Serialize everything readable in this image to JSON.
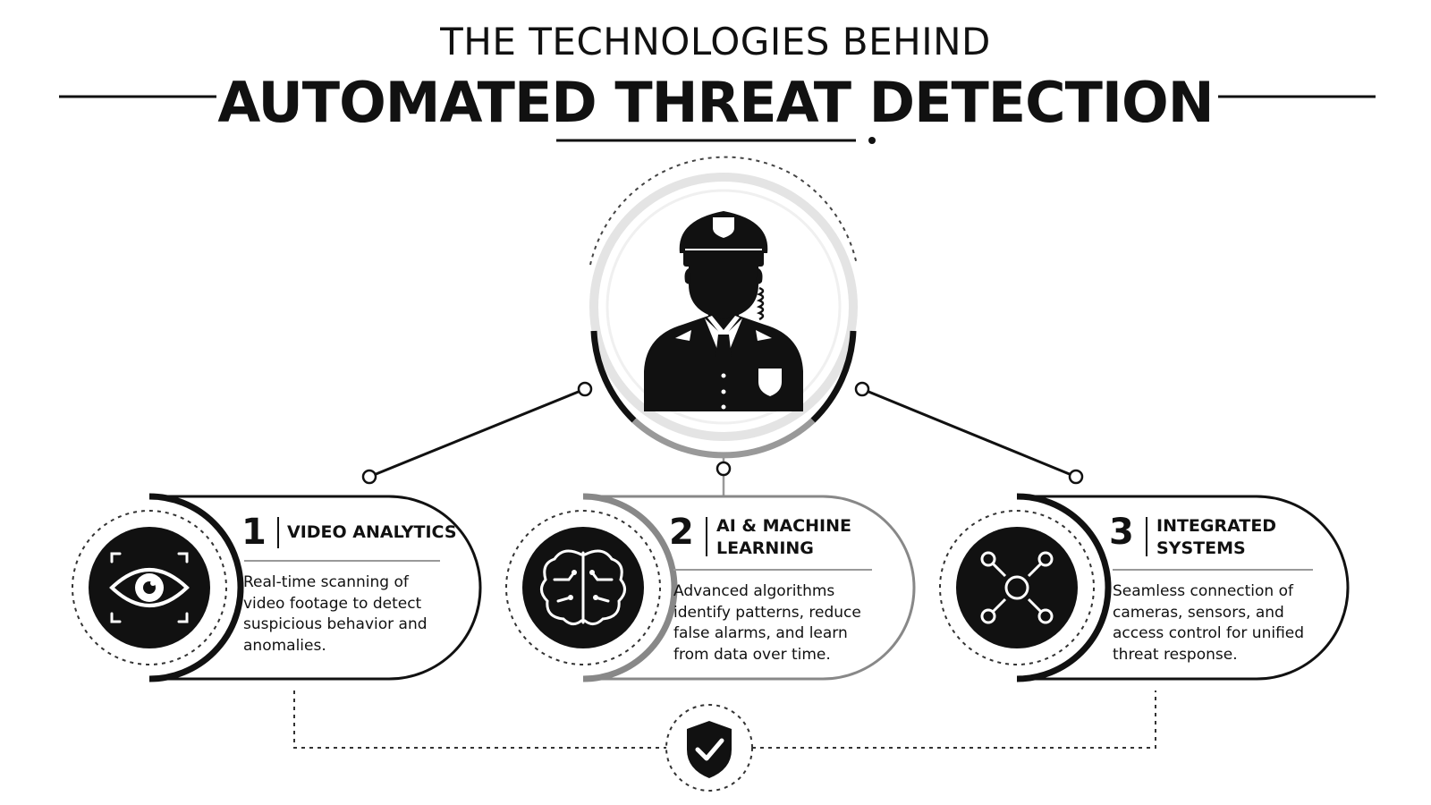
{
  "header": {
    "subtitle": "THE TECHNOLOGIES BEHIND",
    "title": "AUTOMATED THREAT DETECTION"
  },
  "center": {
    "icon": "security-guard-icon"
  },
  "cards": [
    {
      "number": "1",
      "title": "VIDEO ANALYTICS",
      "description": "Real-time scanning of\nvideo footage to detect\nsuspicious behavior and\nanomalies.",
      "icon": "eye-icon"
    },
    {
      "number": "2",
      "title": "AI & MACHINE\nLEARNING",
      "description": "Advanced algorithms\nidentify patterns, reduce\nfalse alarms, and learn\nfrom data over time.",
      "icon": "brain-circuit-icon"
    },
    {
      "number": "3",
      "title": "INTEGRATED\nSYSTEMS",
      "description": "Seamless connection of\ncameras, sensors, and\naccess control for unified\nthreat response.",
      "icon": "network-hub-icon"
    }
  ],
  "footer": {
    "icon": "shield-check-icon"
  },
  "colors": {
    "ink": "#111111",
    "mid_gray": "#888888",
    "light_gray": "#d8d8d8",
    "background": "#ffffff"
  }
}
